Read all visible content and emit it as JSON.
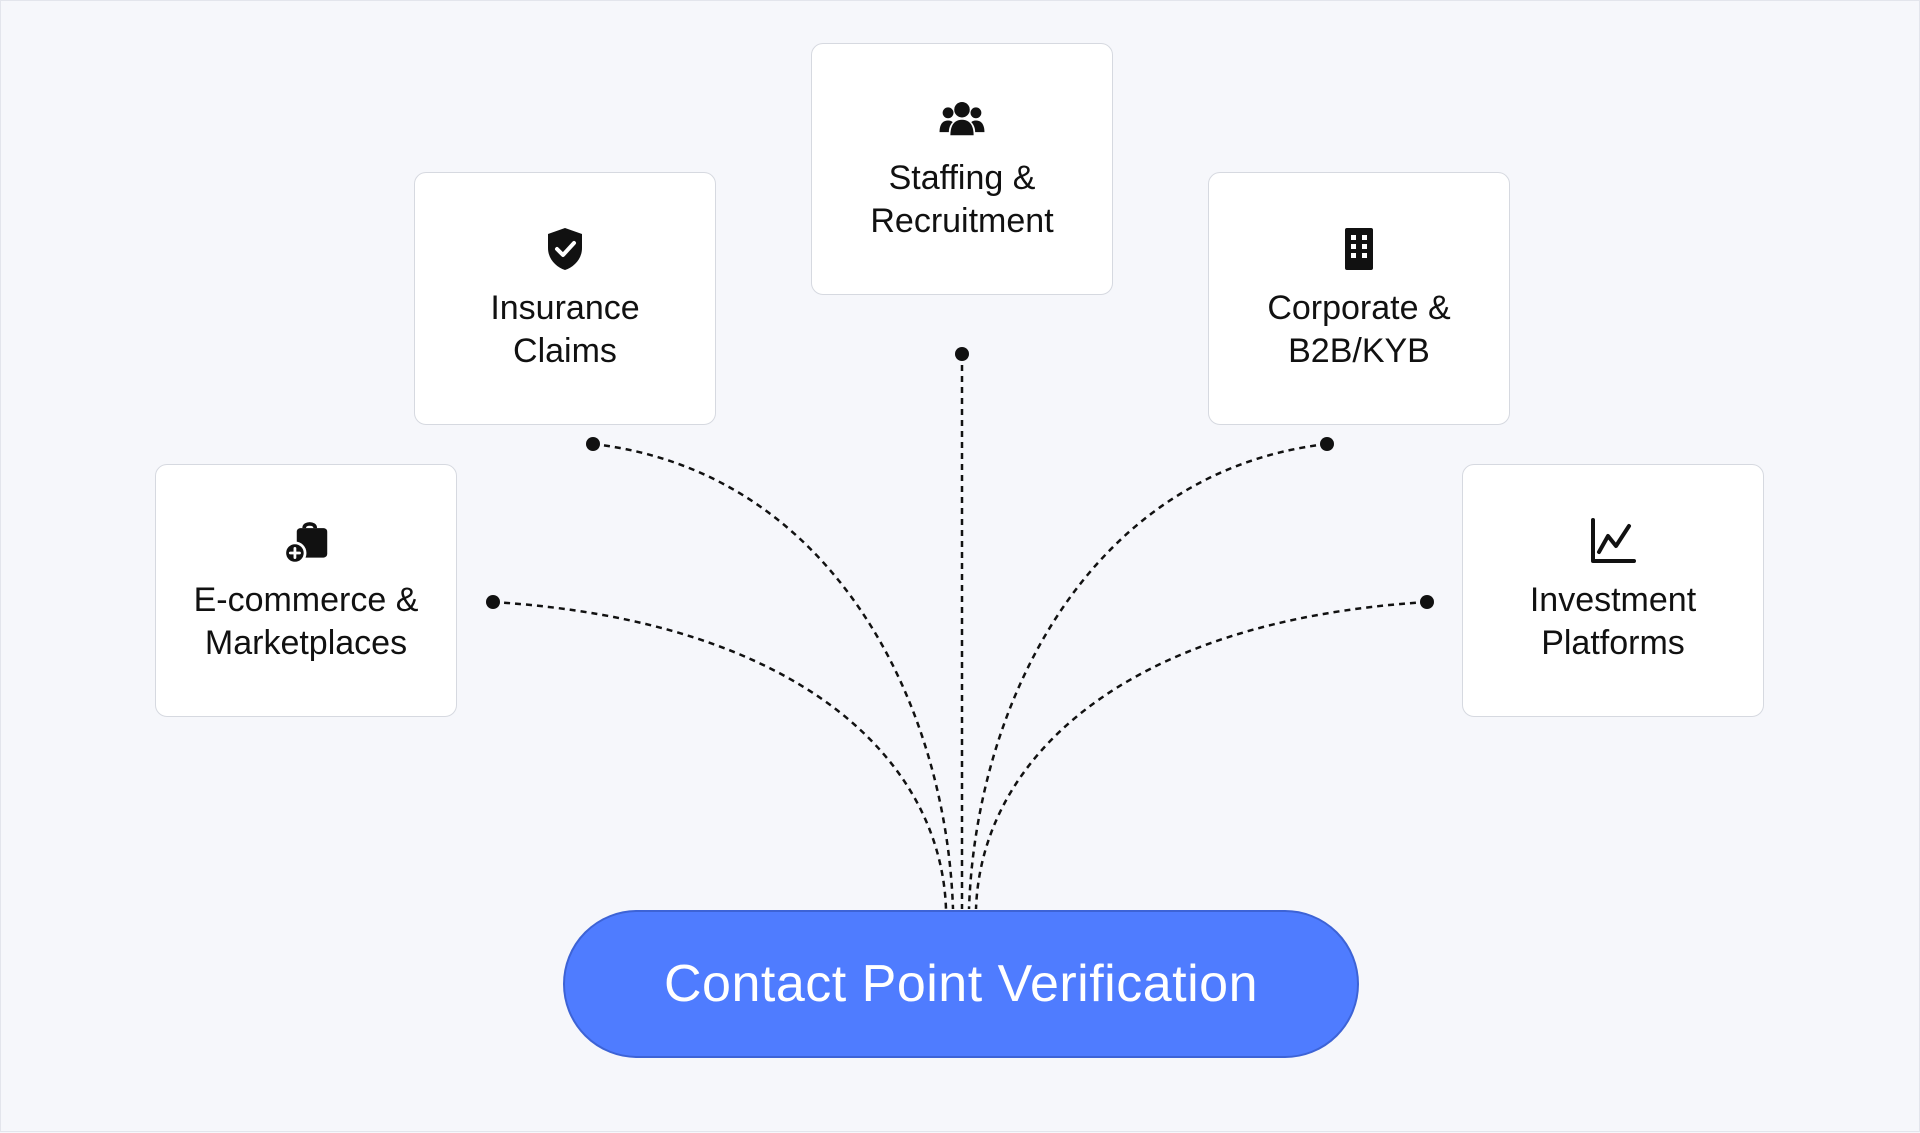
{
  "diagram": {
    "center": {
      "label": "Contact Point Verification"
    },
    "nodes": [
      {
        "id": "staffing",
        "label": "Staffing &\nRecruitment",
        "icon": "people-group-icon"
      },
      {
        "id": "insurance",
        "label": "Insurance\nClaims",
        "icon": "shield-check-icon"
      },
      {
        "id": "corporate",
        "label": "Corporate &\nB2B/KYB",
        "icon": "building-icon"
      },
      {
        "id": "ecommerce",
        "label": "E-commerce &\nMarketplaces",
        "icon": "shopping-bag-plus-icon"
      },
      {
        "id": "investment",
        "label": "Investment\nPlatforms",
        "icon": "line-chart-icon"
      }
    ],
    "colors": {
      "accent": "#4f7cff",
      "card_border": "#d6d9e0",
      "connector": "#111111",
      "background": "#f6f7fb"
    }
  }
}
